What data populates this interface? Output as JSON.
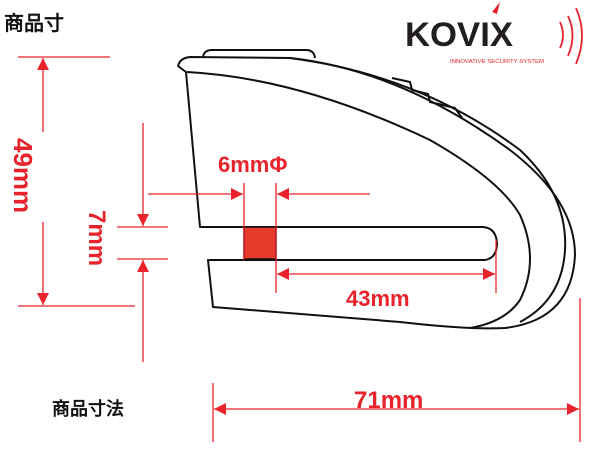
{
  "header_title_truncated": "商品寸",
  "caption": "商品寸法",
  "logo": {
    "brand": "KOVIX",
    "tagline": "INNOVATIVE SECURITY SYSTEM"
  },
  "dimensions": {
    "height": "49mm",
    "jaw_gap": "7mm",
    "pin_diameter": "6mmΦ",
    "slot_depth": "43mm",
    "length": "71mm"
  },
  "colors": {
    "dimension": "#e8232b",
    "outline": "#111111",
    "pin": "#e63a2a",
    "logo_text": "#231f20"
  }
}
